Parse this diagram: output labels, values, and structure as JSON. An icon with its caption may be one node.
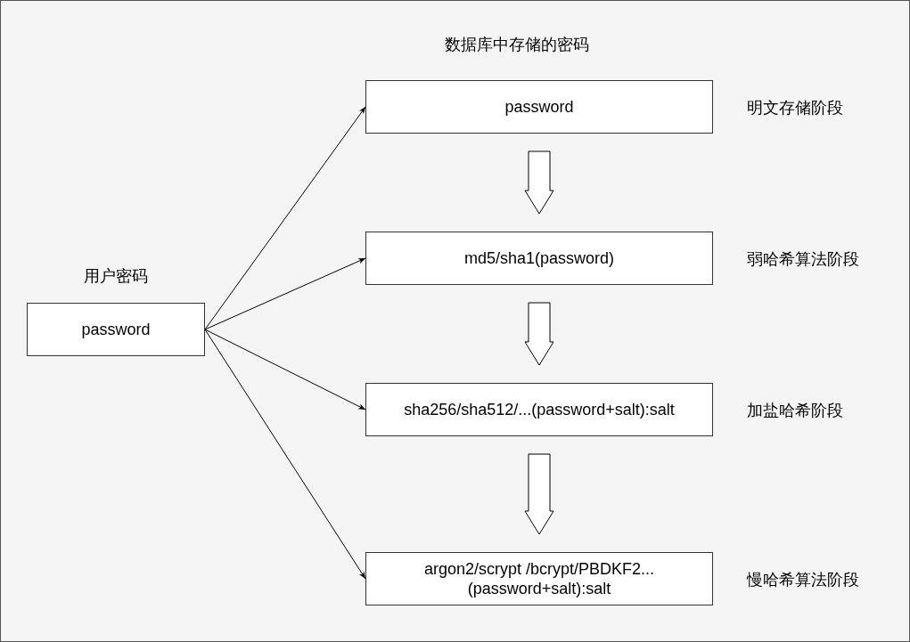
{
  "diagram": {
    "nodes": [
      {
        "text": [
          "用户密码",
          "password"
        ]
      },
      {
        "text": [
          "password"
        ],
        "beside": [
          "明文存储阶段"
        ]
      },
      {
        "text": [
          "md5/sha1(password)"
        ],
        "beside": [
          "弱哈希算法阶段"
        ]
      },
      {
        "text": [
          "sha256/sha512/...(password+salt):salt"
        ],
        "beside": [
          "加盐哈希阶段"
        ]
      },
      {
        "text": [
          "argon2/scrypt /bcrypt/PBDKF2...(password+salt):salt"
        ],
        "beside": [
          "慢哈希算法阶段"
        ]
      }
    ],
    "edges": [
      {
        "from": 0,
        "to": 1,
        "arrow": "to"
      },
      {
        "from": 0,
        "to": 2,
        "arrow": "to"
      },
      {
        "from": 0,
        "to": 3,
        "arrow": "to"
      },
      {
        "from": 0,
        "to": 4,
        "arrow": "to"
      },
      {
        "from": 1,
        "to": 2,
        "arrow": "to",
        "style": "thick"
      },
      {
        "from": 2,
        "to": 3,
        "arrow": "to",
        "style": "thick"
      },
      {
        "from": 3,
        "to": 4,
        "arrow": "to",
        "style": "thick"
      }
    ],
    "labels": [
      "数据库中存储的密码"
    ]
  }
}
